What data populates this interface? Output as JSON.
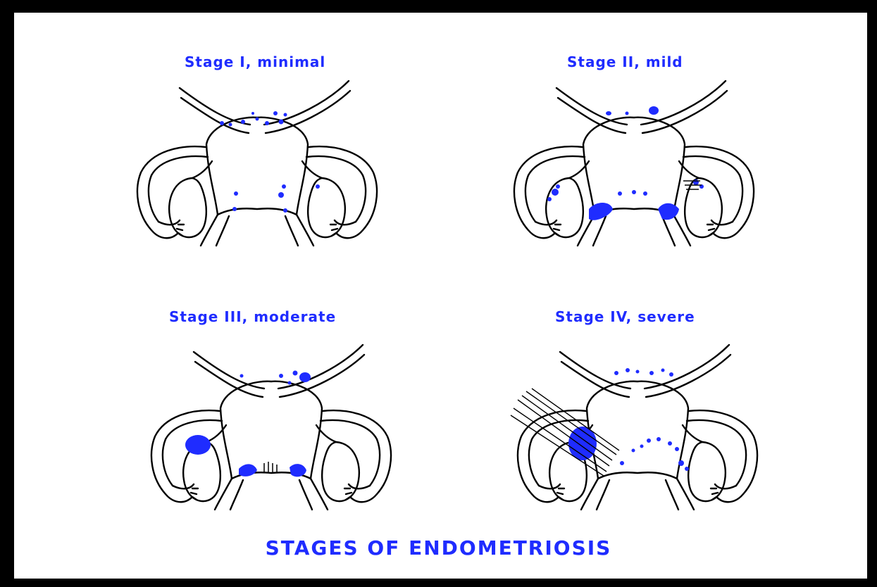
{
  "title": "STAGES OF ENDOMETRIOSIS",
  "stages": [
    {
      "label": "Stage I, minimal"
    },
    {
      "label": "Stage II, mild"
    },
    {
      "label": "Stage III, moderate"
    },
    {
      "label": "Stage IV, severe"
    }
  ],
  "colors": {
    "lesion": "#1f2cff",
    "outline": "#000000",
    "background": "#ffffff",
    "border": "#000000"
  }
}
